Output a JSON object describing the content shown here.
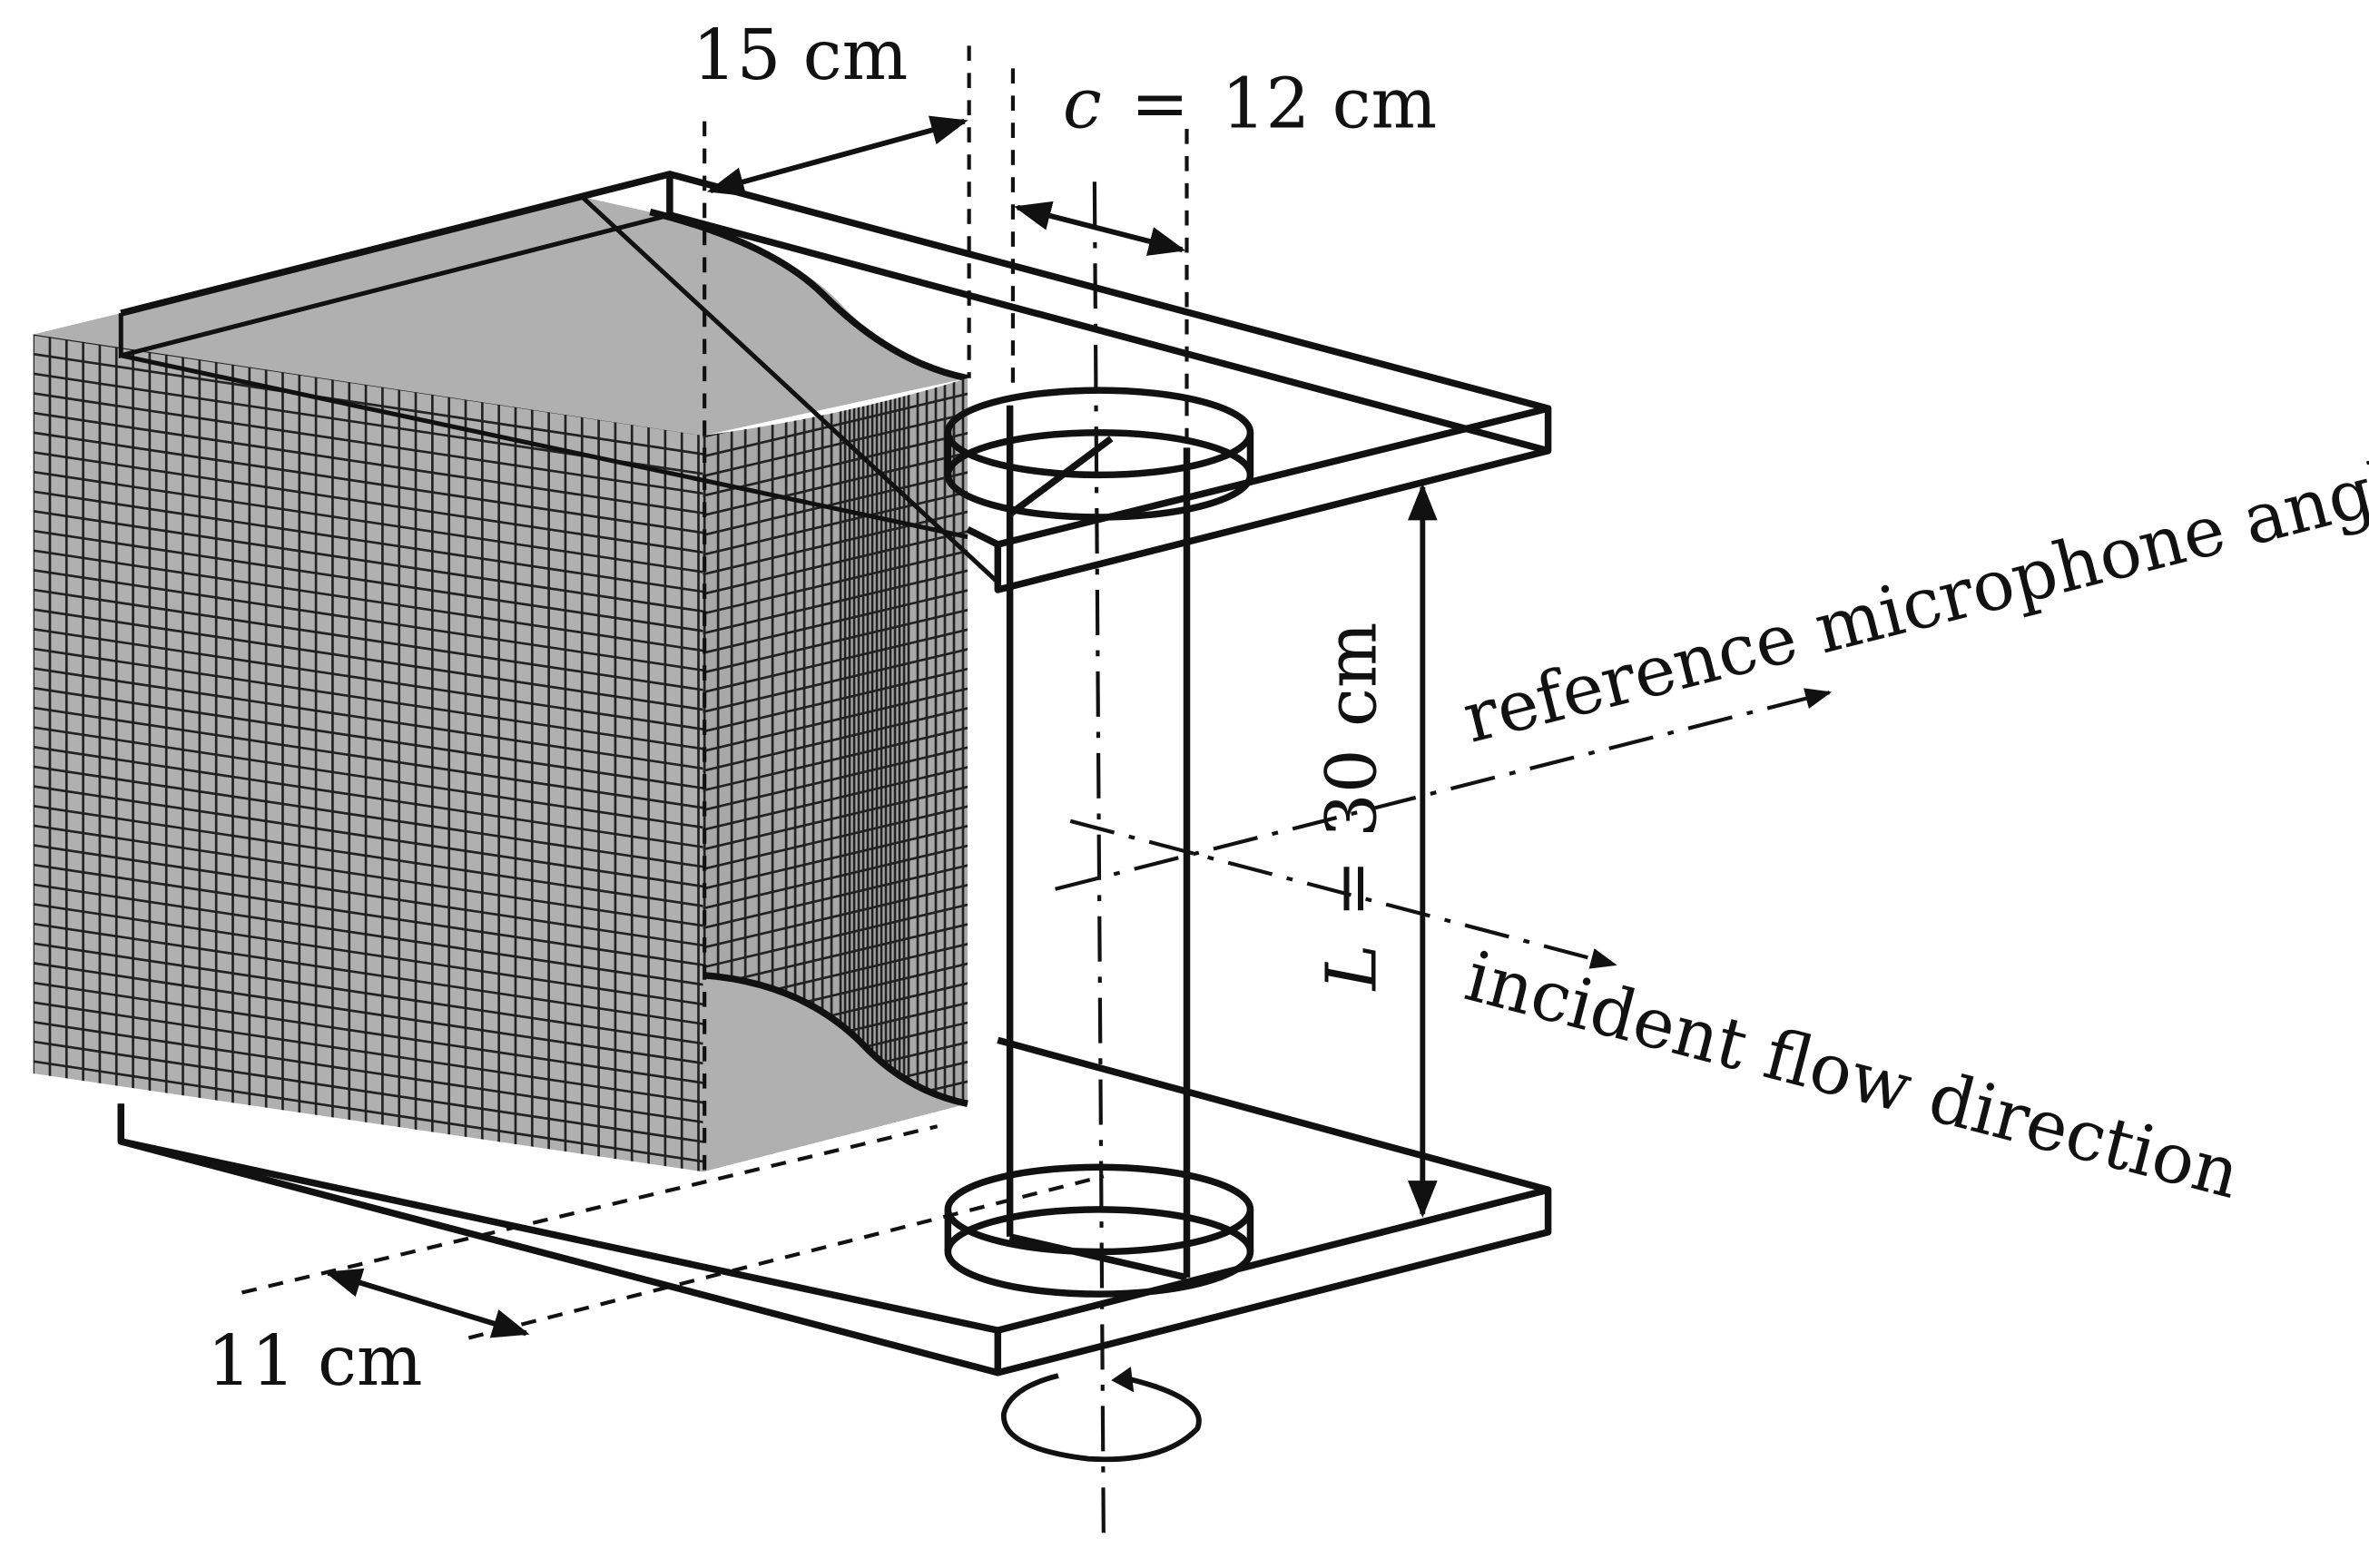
{
  "diagram": {
    "labels": {
      "span_top": "15 cm",
      "chord_var": "c",
      "chord_eq": "=",
      "chord_value": "12 cm",
      "length_var": "L",
      "length_rest": "= 30 cm",
      "span_bottom": "11 cm",
      "reference_axis": "reference microphone angle",
      "flow_axis": "incident flow direction"
    },
    "colors": {
      "line": "#111111",
      "surface": "#b0b0b0",
      "grid": "#222222",
      "background": "#ffffff"
    }
  }
}
